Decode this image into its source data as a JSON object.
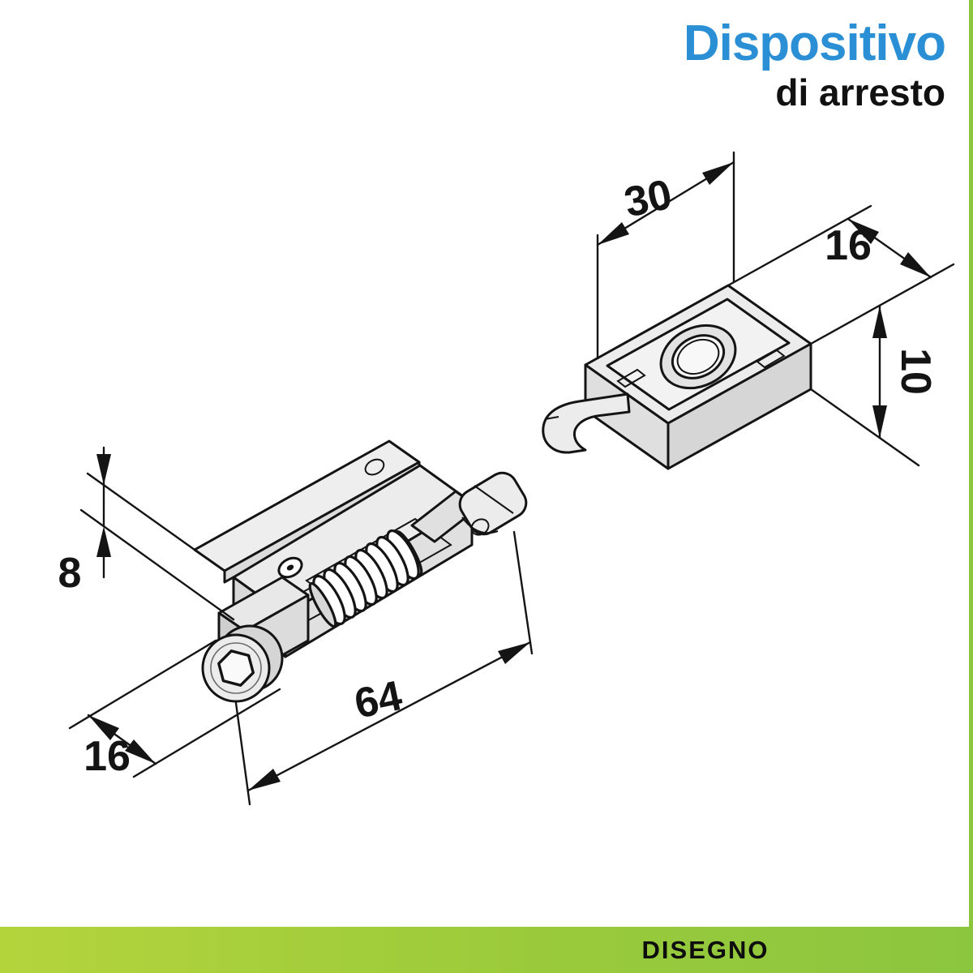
{
  "header": {
    "title": "Dispositivo",
    "subtitle": "di arresto"
  },
  "footer": {
    "label": "DISEGNO"
  },
  "drawing": {
    "upper_part": {
      "dims": {
        "length": "30",
        "width": "16",
        "height": "10"
      }
    },
    "lower_part": {
      "dims": {
        "height": "8",
        "width": "16",
        "length": "64"
      }
    }
  },
  "colors": {
    "accent_blue": "#2a8fd4",
    "accent_green": "#8cc63f",
    "accent_green_light": "#b4d43c",
    "line": "#141414",
    "part_fill_light": "#ececec",
    "part_fill_mid": "#dfdfdf",
    "part_fill_dark": "#d6d6d6"
  }
}
